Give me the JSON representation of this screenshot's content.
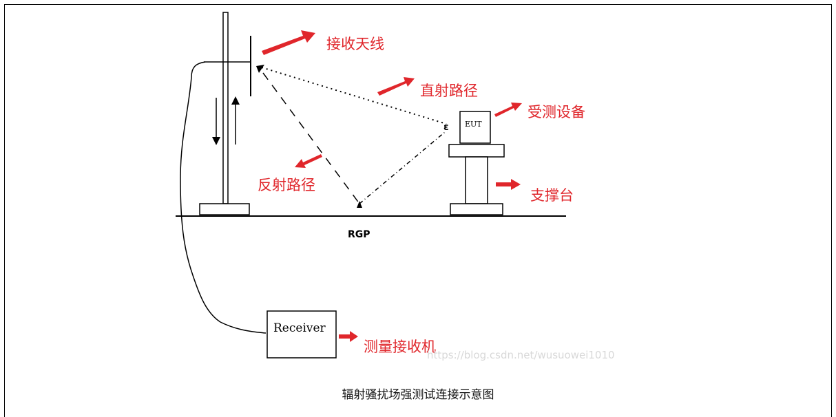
{
  "labels": {
    "receive_antenna": "接收天线",
    "direct_path": "直射路径",
    "eut_device": "受测设备",
    "reflect_path": "反射路径",
    "support_stand": "支撑台",
    "receiver_unit": "测量接收机",
    "rgp": "RGP",
    "eut_box": "EUT",
    "receiver_box": "Receiver"
  },
  "watermark": "https://blog.csdn.net/wusuowei1010",
  "caption": "辐射骚扰场强测试连接示意图",
  "colors": {
    "arrow": "#e0262b",
    "line": "#000000"
  }
}
